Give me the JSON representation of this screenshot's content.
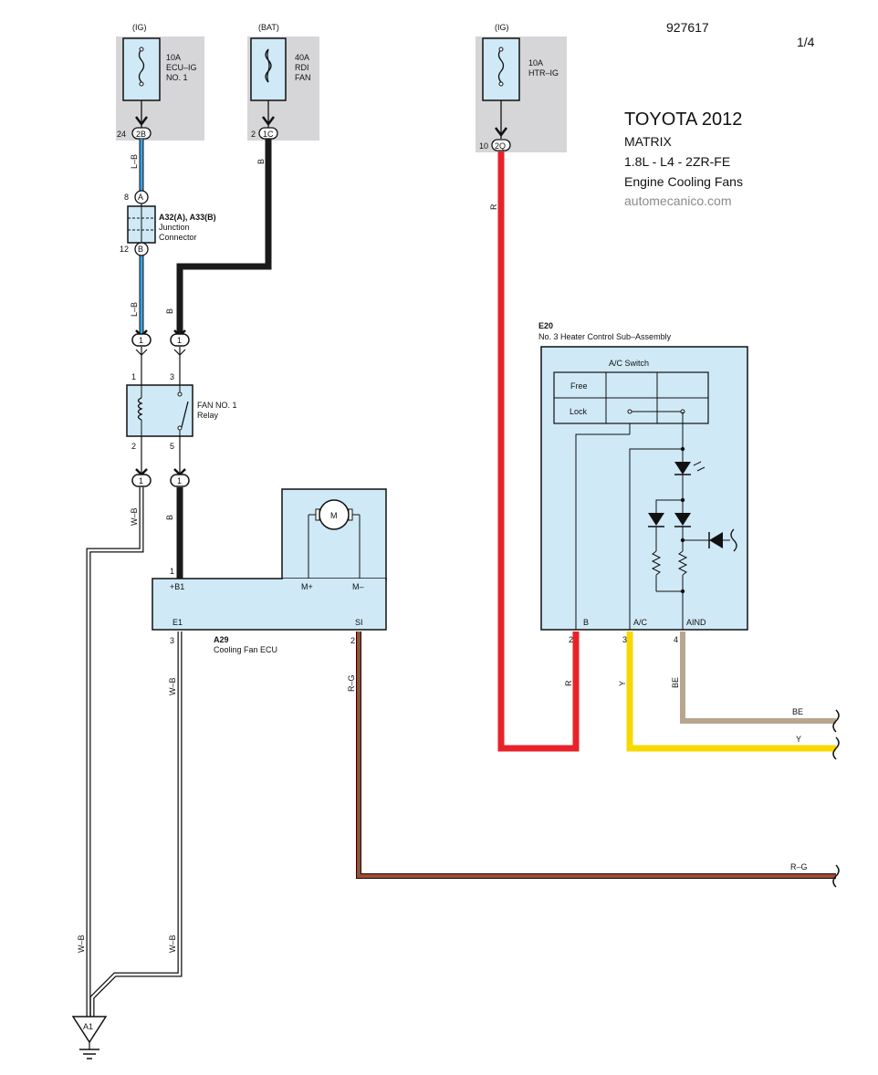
{
  "header": {
    "doc_number": "927617",
    "page": "1/4",
    "make_year": "TOYOTA 2012",
    "model": "MATRIX",
    "engine": "1.8L - L4 - 2ZR-FE",
    "system": "Engine Cooling Fans",
    "site": "automecanico.com"
  },
  "fuses": [
    {
      "supply": "(IG)",
      "rating": "10A",
      "name_l1": "ECU–IG",
      "name_l2": "NO. 1",
      "pin": "24",
      "conn": "2B"
    },
    {
      "supply": "(BAT)",
      "rating": "40A",
      "name_l1": "RDI",
      "name_l2": "FAN",
      "pin": "2",
      "conn": "1C"
    },
    {
      "supply": "(IG)",
      "rating": "10A",
      "name_l1": "HTR–IG",
      "name_l2": "",
      "pin": "10",
      "conn": "2Q"
    }
  ],
  "junction": {
    "id": "A32(A), A33(B)",
    "name_l1": "Junction",
    "name_l2": "Connector",
    "pin_top": "8",
    "conn_top": "A",
    "pin_bottom": "12",
    "conn_bottom": "B"
  },
  "relay": {
    "name_l1": "FAN NO. 1",
    "name_l2": "Relay",
    "pin1": "1",
    "pin2": "2",
    "pin3": "3",
    "pin5": "5",
    "conn_label": "1"
  },
  "ecu": {
    "id": "A29",
    "name": "Cooling Fan ECU",
    "t_b1": "+B1",
    "t_mplus": "M+",
    "t_mminus": "M–",
    "t_e1": "E1",
    "t_si": "SI",
    "pin_b1": "1",
    "pin_e1": "3",
    "pin_si": "2",
    "motor_label": "M"
  },
  "heater": {
    "id": "E20",
    "name": "No. 3 Heater Control Sub–Assembly",
    "switch_title": "A/C Switch",
    "row_free": "Free",
    "row_lock": "Lock",
    "t_b": "B",
    "t_ac": "A/C",
    "t_aind": "AIND",
    "pin_b": "2",
    "pin_ac": "3",
    "pin_aind": "4"
  },
  "ground": {
    "id": "A1"
  },
  "wires": {
    "lb": "L–B",
    "b": "B",
    "r": "R",
    "wb": "W–B",
    "rg": "R–G",
    "y": "Y",
    "be": "BE"
  },
  "colors": {
    "panel": "#cfe9f6",
    "fuse_gray": "#d6d6d8",
    "wire_blue": "#3aa0e0",
    "wire_black": "#1a1a1a",
    "wire_red": "#e8222a",
    "wire_yellow": "#f7d900",
    "wire_tan": "#b8a690",
    "wire_green": "#2c8a3c"
  }
}
